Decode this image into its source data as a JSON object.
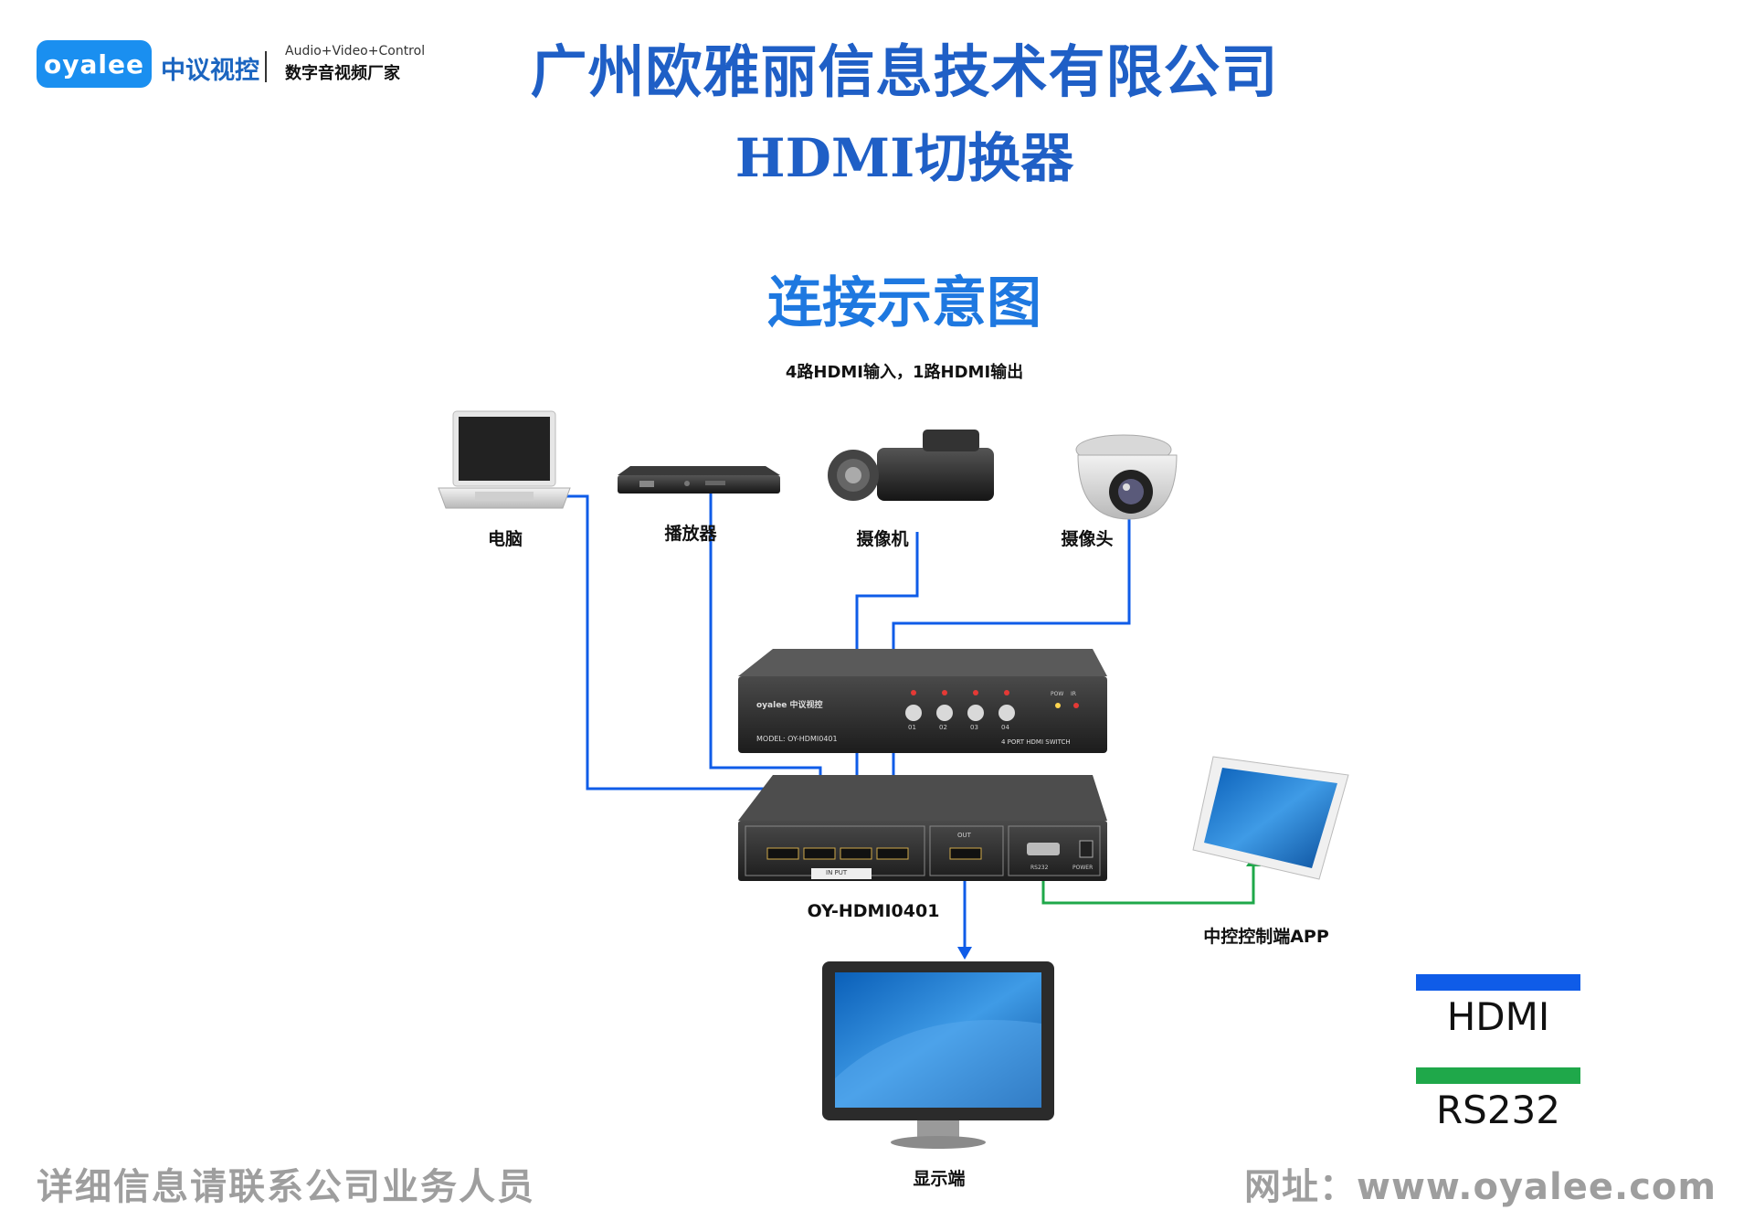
{
  "brand": {
    "logo_text": "oyalee",
    "name_cn": "中议视控",
    "tagline_en": "Audio+Video+Control",
    "tagline_cn": "数字音视频厂家"
  },
  "company_title": "广州欧雅丽信息技术有限公司",
  "product_title": "HDMI切换器",
  "diagram_title": "连接示意图",
  "io_description": "4路HDMI输入，1路HDMI输出",
  "devices": {
    "laptop": "电脑",
    "player": "播放器",
    "camcorder": "摄像机",
    "dome_camera": "摄像头",
    "display": "显示端",
    "control_app": "中控控制端APP"
  },
  "switcher": {
    "model_caption": "OY-HDMI0401",
    "front_model": "MODEL:  OY-HDMI0401",
    "front_brand": "oyalee 中议视控",
    "front_product": "4 PORT HDMI SWITCH",
    "buttons": [
      "01",
      "02",
      "03",
      "04"
    ],
    "indicators": [
      "POW",
      "IR"
    ],
    "input_label": "IN PUT",
    "output_label": "OUT",
    "port_labels": [
      "RS232",
      "POWER"
    ]
  },
  "legend": [
    {
      "label": "HDMI",
      "color": "#0f5ce8"
    },
    {
      "label": "RS232",
      "color": "#1fa84a"
    }
  ],
  "colors": {
    "hdmi": "#0f5ce8",
    "rs232": "#1fa84a",
    "title_blue": "#1f5fc6"
  },
  "footer": {
    "left": "详细信息请联系公司业务人员",
    "right": "网址：www.oyalee.com"
  }
}
